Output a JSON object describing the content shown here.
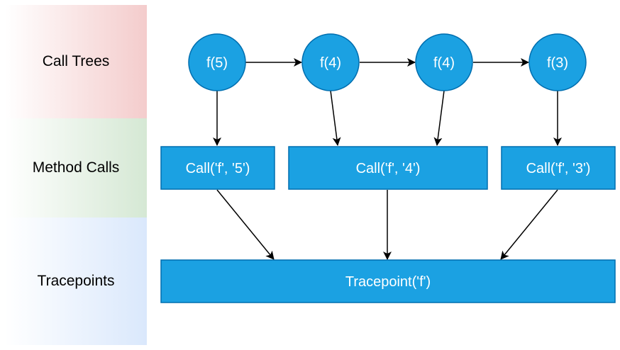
{
  "lanes": {
    "call_trees": "Call Trees",
    "method_calls": "Method Calls",
    "tracepoints": "Tracepoints"
  },
  "nodes": {
    "call_tree": [
      "f(5)",
      "f(4)",
      "f(4)",
      "f(3)"
    ],
    "method_calls": [
      "Call('f', '5')",
      "Call('f', '4')",
      "Call('f', '3')"
    ],
    "tracepoint": "Tracepoint('f')"
  },
  "colors": {
    "node_fill": "#1ba1e2",
    "node_stroke": "#006eaf",
    "lane_call_trees": "#f4cccc",
    "lane_method_calls": "#d5e8d4",
    "lane_tracepoints": "#dae8fc"
  }
}
